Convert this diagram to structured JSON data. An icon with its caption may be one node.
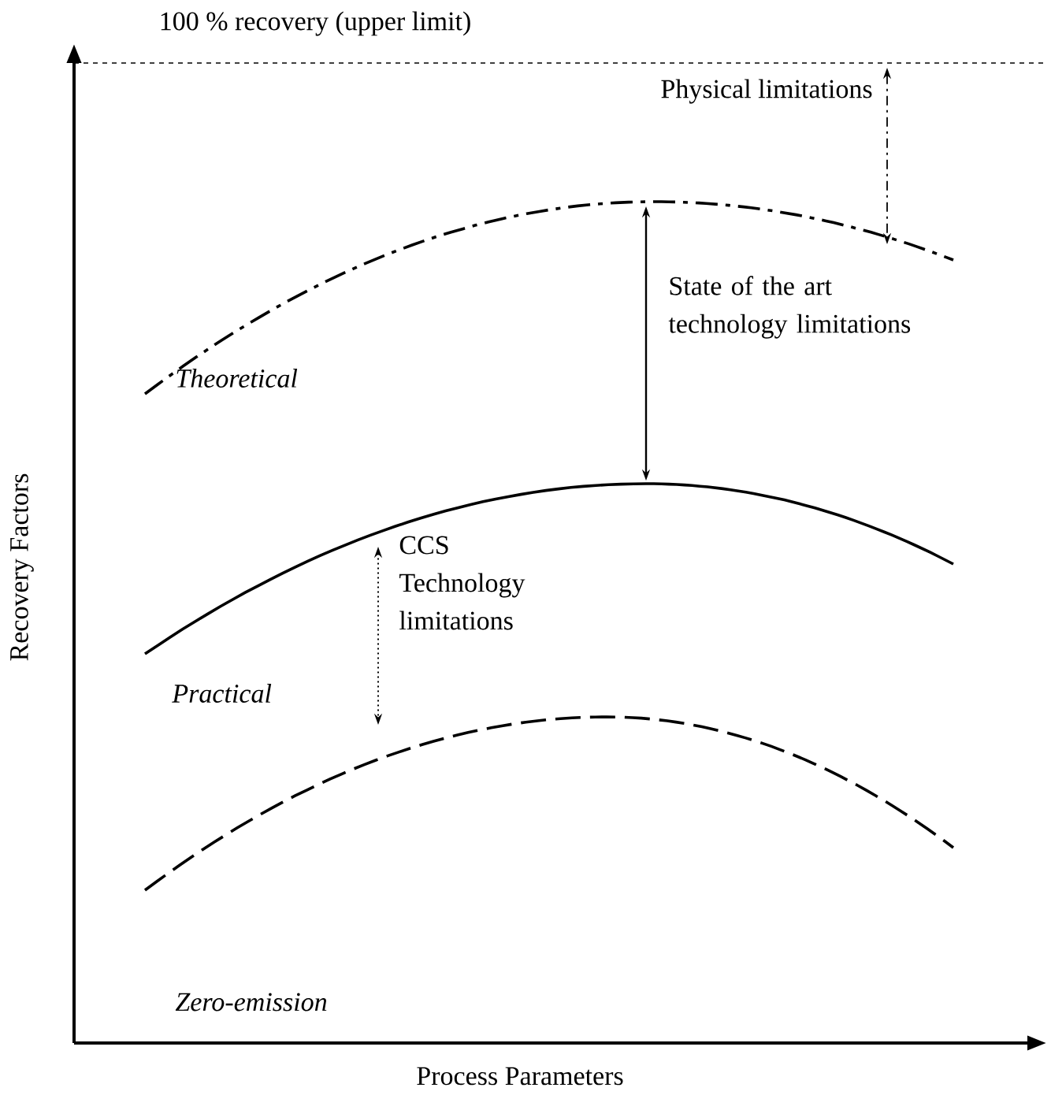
{
  "diagram": {
    "labels": [
      "100 % recovery (upper limit)",
      "Physical limitations",
      "State of the art technology limitations",
      "Theoretical",
      "CCS Technology limitations",
      "Practical",
      "Zero-emission",
      "Recovery Factors",
      "Process Parameters"
    ]
  }
}
